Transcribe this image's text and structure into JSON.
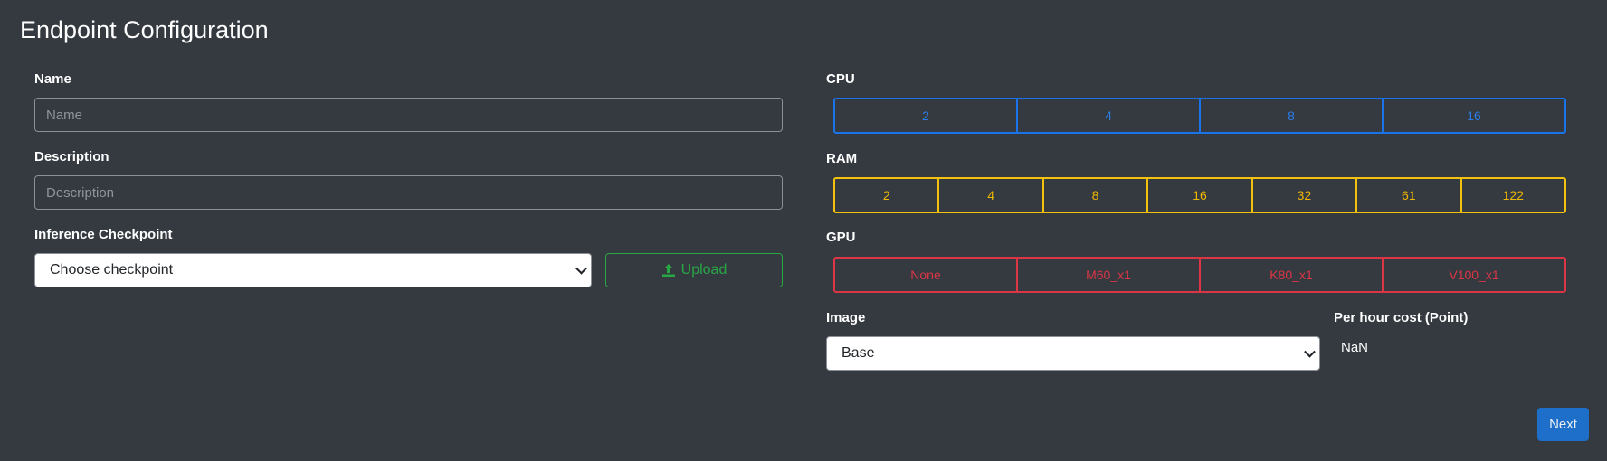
{
  "title": "Endpoint Configuration",
  "form": {
    "name": {
      "label": "Name",
      "value": "",
      "placeholder": "Name"
    },
    "description": {
      "label": "Description",
      "value": "",
      "placeholder": "Description"
    },
    "checkpoint": {
      "label": "Inference Checkpoint",
      "selected": "Choose checkpoint",
      "upload_label": "Upload",
      "upload_icon": "upload-icon"
    }
  },
  "cpu": {
    "label": "CPU",
    "options": [
      "2",
      "4",
      "8",
      "16"
    ],
    "color": "#1a73e8"
  },
  "ram": {
    "label": "RAM",
    "options": [
      "2",
      "4",
      "8",
      "16",
      "32",
      "61",
      "122"
    ],
    "color": "#f4c20d"
  },
  "gpu": {
    "label": "GPU",
    "options": [
      "None",
      "M60_x1",
      "K80_x1",
      "V100_x1"
    ],
    "color": "#dc3545"
  },
  "image": {
    "label": "Image",
    "selected": "Base"
  },
  "cost": {
    "label": "Per hour cost (Point)",
    "value": "NaN"
  },
  "footer": {
    "next_label": "Next"
  }
}
